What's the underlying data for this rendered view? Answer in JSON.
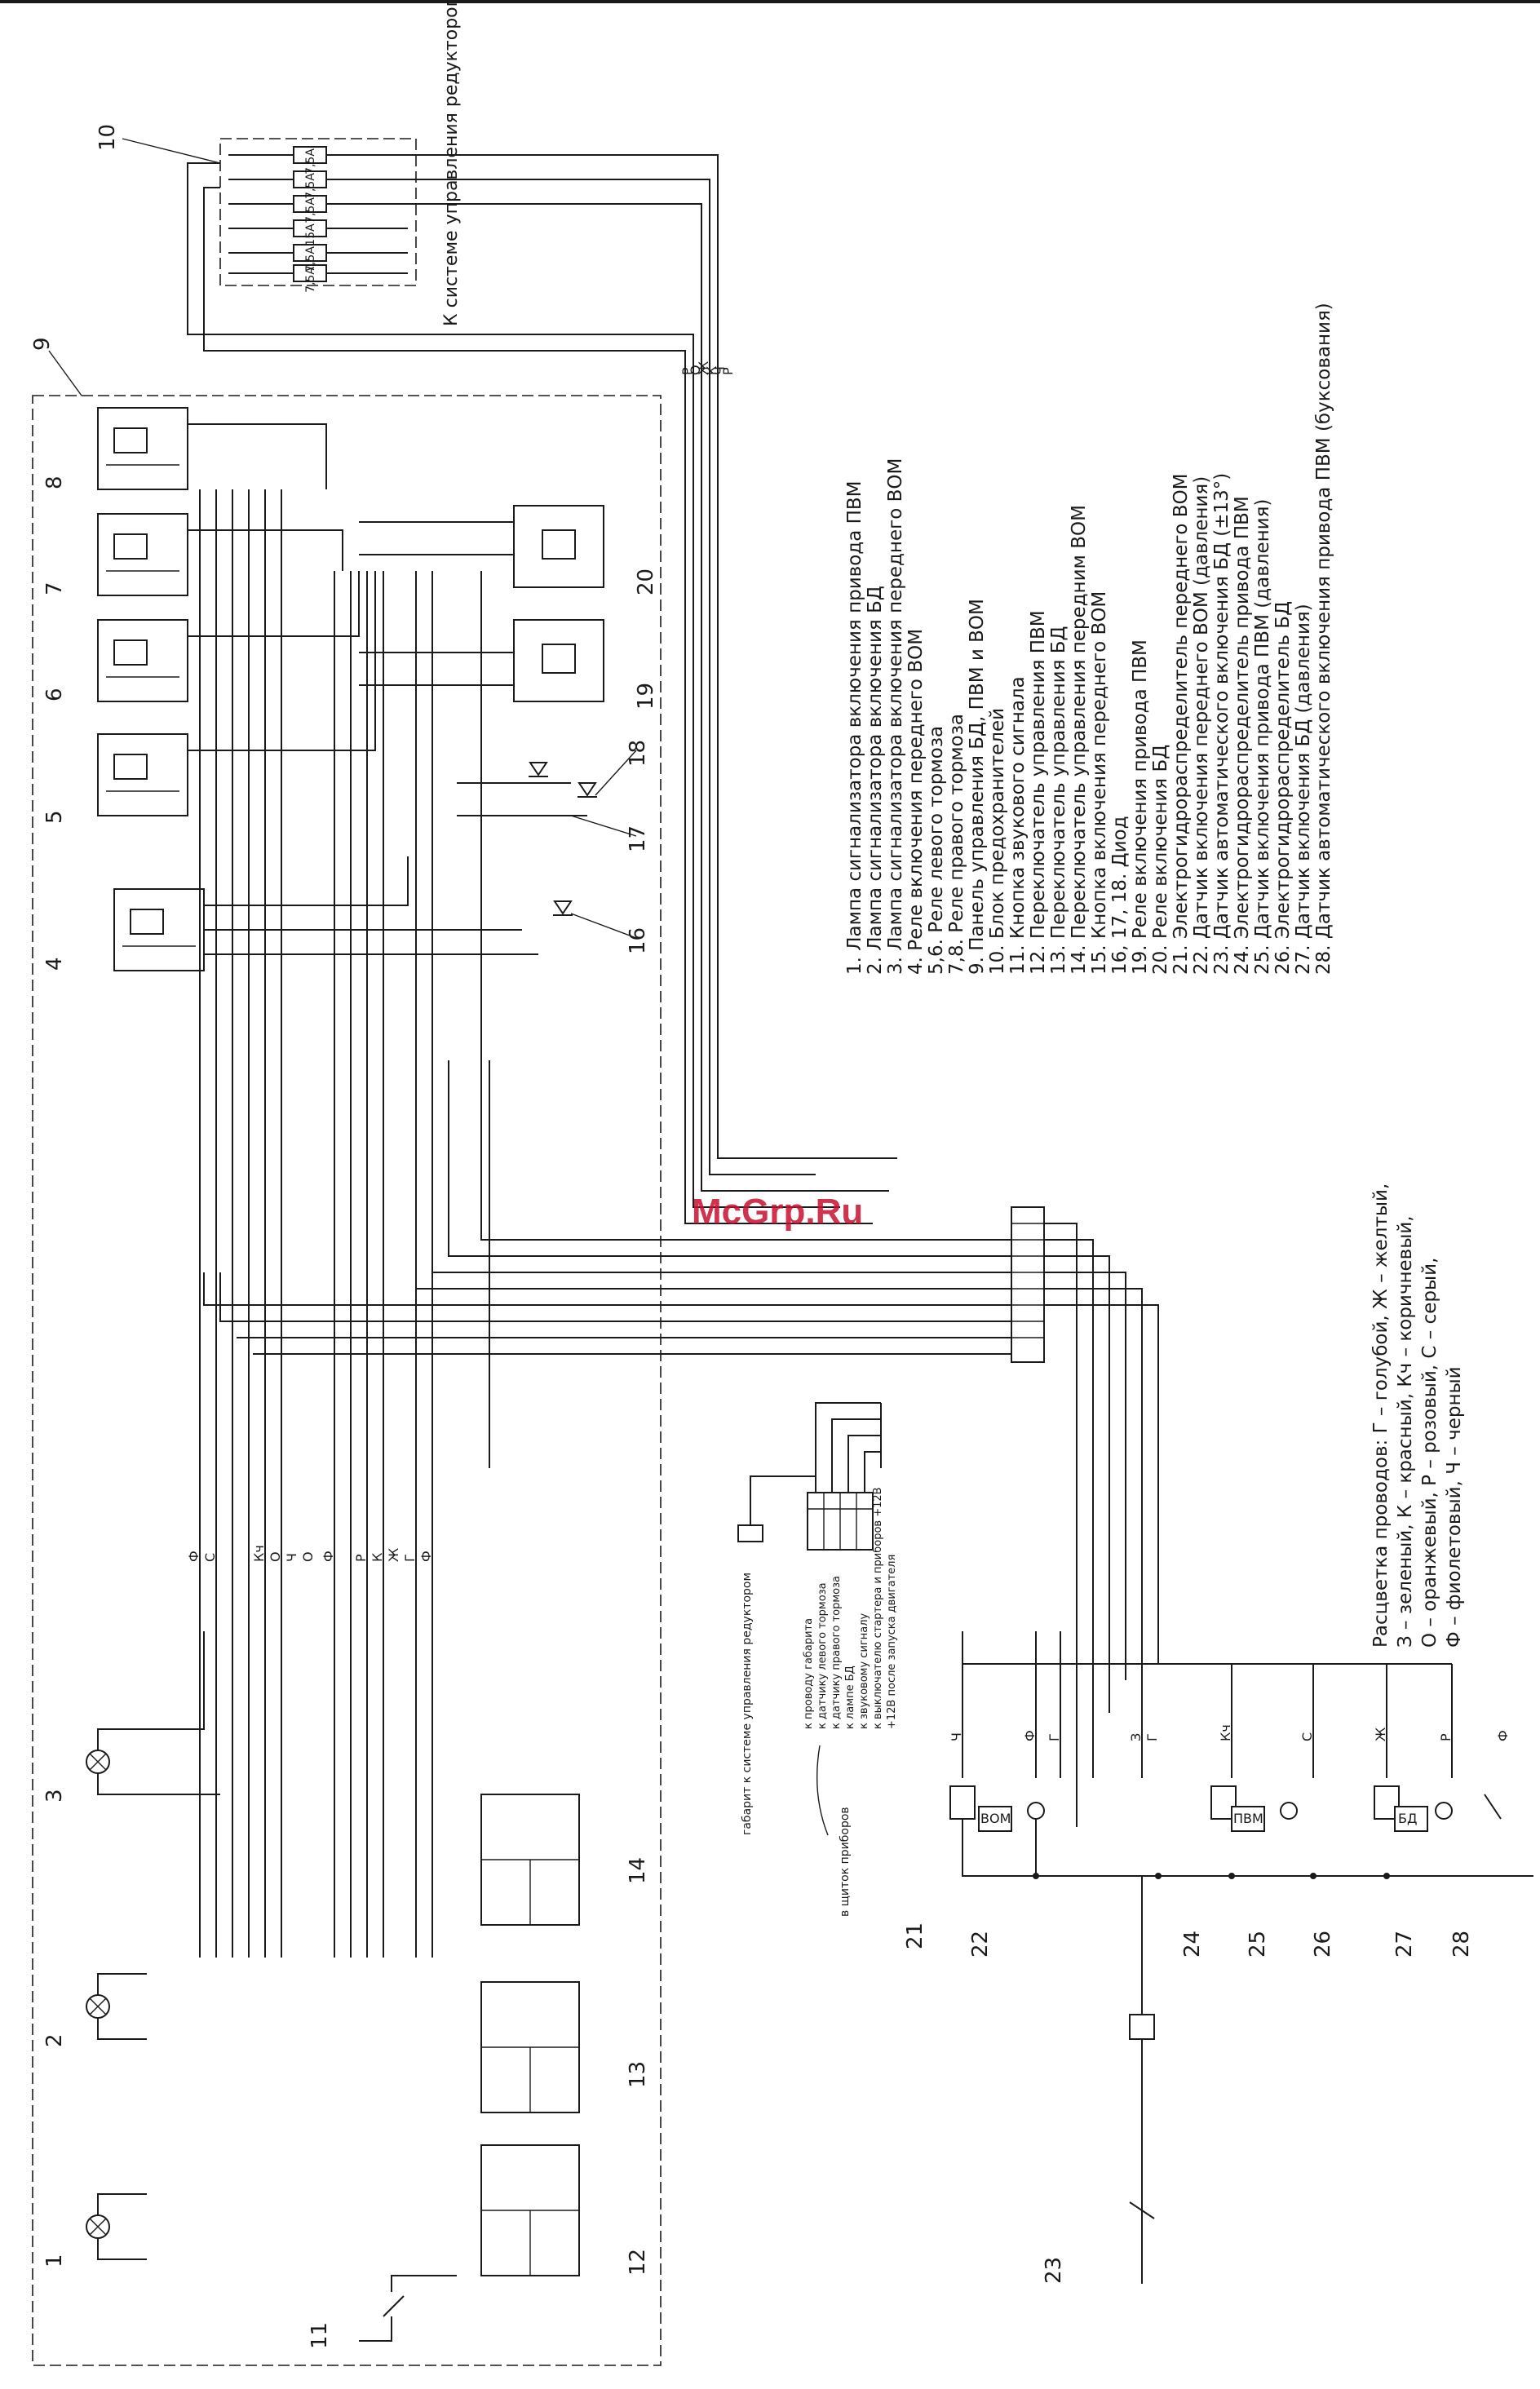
{
  "title": "К системе управления редуктором",
  "watermark": "McGrp.Ru",
  "legend": [
    "1. Лампа сигнализатора включения привода ПВМ",
    "2. Лампа сигнализатора включения БД",
    "3. Лампа сигнализатора включения переднего ВОМ",
    "4. Реле включения переднего ВОМ",
    "5,6. Реле левого тормоза",
    "7,8. Реле правого тормоза",
    "9. Панель управления БД, ПВМ и ВОМ",
    "10. Блок предохранителей",
    "11. Кнопка звукового сигнала",
    "12. Переключатель управления ПВМ",
    "13. Переключатель управления БД",
    "14. Переключатель управления передним ВОМ",
    "15. Кнопка включения переднего ВОМ",
    "16, 17, 18. Диод",
    "19. Реле включения привода ПВМ",
    "20. Реле включения БД",
    "21. Электрогидрораспределитель переднего ВОМ",
    "22. Датчик включения переднего ВОМ (давления)",
    "23. Датчик автоматического включения БД (±13°)",
    "24. Электрогидрораспределитель привода ПВМ",
    "25. Датчик включения привода ПВМ (давления)",
    "26. Электрогидрораспределитель БД",
    "27. Датчик включения БД (давления)",
    "28. Датчик автоматического включения привода ПВМ (буксования)"
  ],
  "wire_colors": [
    "Расцветка проводов: Г – голубой, Ж – желтый,",
    "З – зеленый, К – красный, Кч – коричневый,",
    "О – оранжевый, Р – розовый, С – серый,",
    "Ф – фиолетовый, Ч – черный"
  ],
  "component_numbers": {
    "n1": "1",
    "n2": "2",
    "n3": "3",
    "n4": "4",
    "n5": "5",
    "n6": "6",
    "n7": "7",
    "n8": "8",
    "n9": "9",
    "n10": "10",
    "n11": "11",
    "n12": "12",
    "n13": "13",
    "n14": "14",
    "n16": "16",
    "n17": "17",
    "n18": "18",
    "n19": "19",
    "n20": "20",
    "n21": "21",
    "n22": "22",
    "n23": "23",
    "n24": "24",
    "n25": "25",
    "n26": "26",
    "n27": "27",
    "n28": "28"
  },
  "block_labels": {
    "vom": "ВОМ",
    "pvm": "ПВМ",
    "bd": "БД",
    "fuse_a": "7,5А",
    "fuse_b": "7,5А",
    "fuse_c": "7,5А",
    "fuse_d": "15А",
    "fuse_e": "7,5А",
    "fuse_f": "7,5А"
  },
  "connector_notes": [
    "к проводу габарита",
    "к датчику левого тормоза",
    "к датчику правого тормоза",
    "к лампе БД",
    "к звуковому сигналу",
    "к выключателю стартера и приборов +12В",
    "+12В после запуска двигателя"
  ],
  "connector_group_label": "в щиток приборов",
  "gabarit_label": "габарит к системе управления редуктором",
  "wire_letters": {
    "top": [
      "Р",
      "О",
      "Ж",
      "К",
      "Ч",
      "Р"
    ],
    "bus": [
      "Ф",
      "С",
      "Кч",
      "О",
      "Ч",
      "О",
      "Ф",
      "Р",
      "К",
      "Ж",
      "Г",
      "Ф"
    ],
    "bottom": [
      "Ч",
      "Ф",
      "Г",
      "З",
      "Г",
      "Кч",
      "С",
      "Ж",
      "Р",
      "Ф"
    ]
  }
}
